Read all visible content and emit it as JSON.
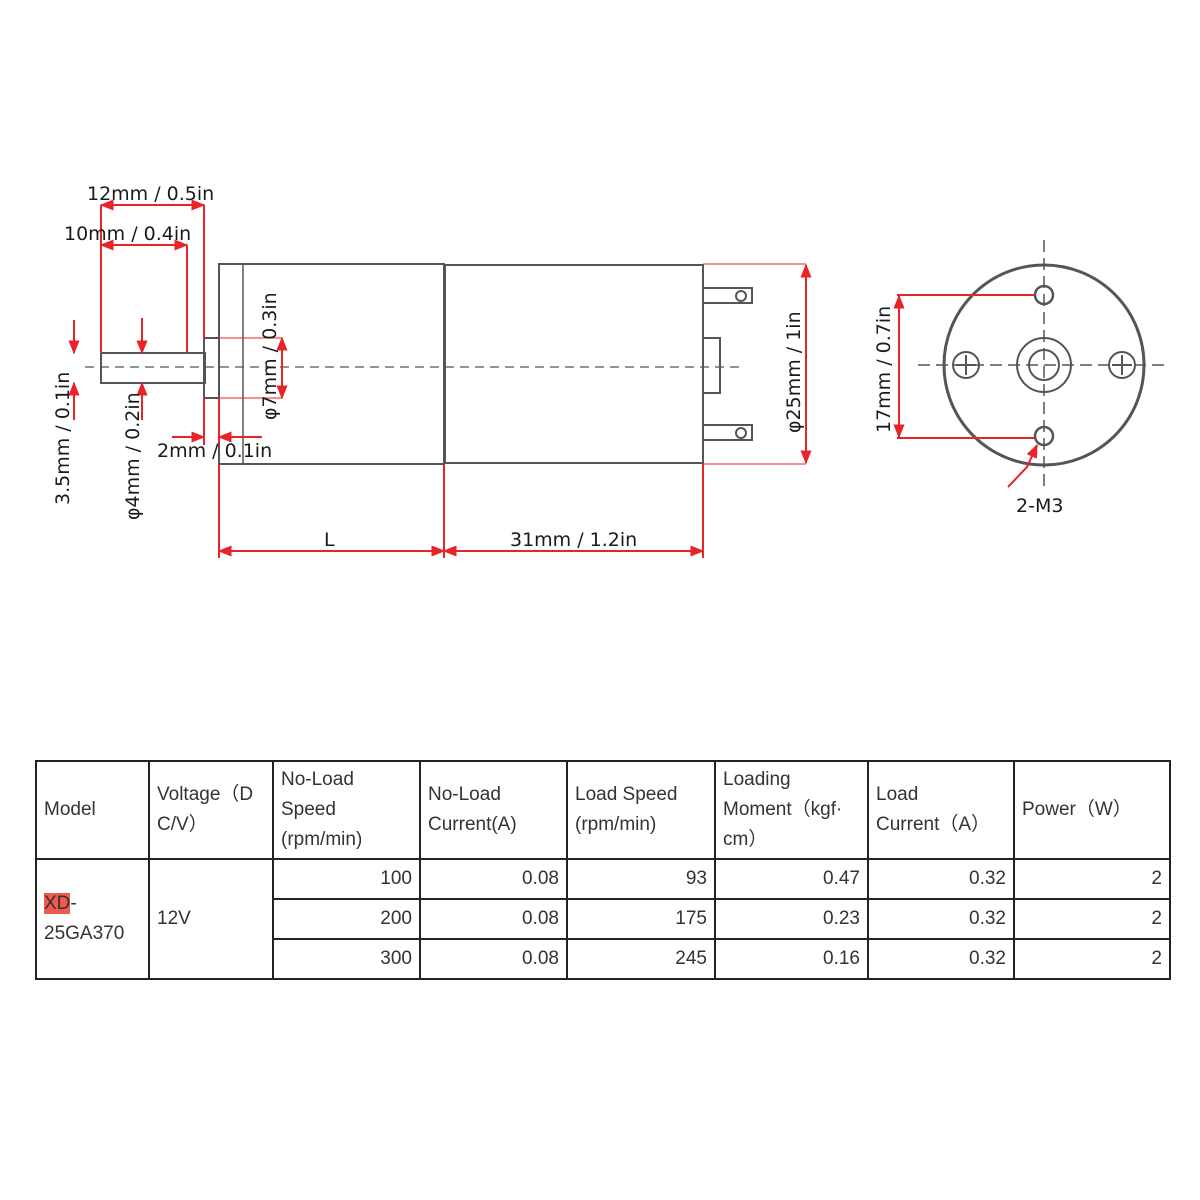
{
  "drawing": {
    "dimensions": {
      "shaft_total_length": "12mm / 0.5in",
      "shaft_flat_length": "10mm / 0.4in",
      "boss_diameter": "φ7mm / 0.3in",
      "flat_height": "3.5mm / 0.1in",
      "shaft_diameter": "φ4mm / 0.2in",
      "boss_length": "2mm / 0.1in",
      "body_diameter": "φ25mm / 1in",
      "gearbox_length": "L",
      "motor_length": "31mm / 1.2in",
      "hole_spacing": "17mm / 0.7in",
      "mount_thread": "2-M3"
    }
  },
  "table": {
    "headers": [
      [
        "Model"
      ],
      [
        "Voltage（D",
        "C/V）"
      ],
      [
        "No-Load",
        "Speed",
        "(rpm/min)"
      ],
      [
        "No-Load",
        "Current(A)"
      ],
      [
        "Load Speed",
        "(rpm/min)"
      ],
      [
        "Loading",
        "Moment（kgf·",
        "cm）"
      ],
      [
        "Load",
        "Current（A）"
      ],
      [
        "Power（W）"
      ]
    ],
    "model_prefix": "XD",
    "model_suffix": "-",
    "model_line2": "25GA370",
    "voltage": "12V",
    "rows": [
      [
        "100",
        "0.08",
        "93",
        "0.47",
        "0.32",
        "2"
      ],
      [
        "200",
        "0.08",
        "175",
        "0.23",
        "0.32",
        "2"
      ],
      [
        "300",
        "0.08",
        "245",
        "0.16",
        "0.32",
        "2"
      ]
    ]
  },
  "colors": {
    "dimension_red": "#e8232a",
    "outline": "#555555",
    "model_highlight": "#ef5a4e"
  }
}
